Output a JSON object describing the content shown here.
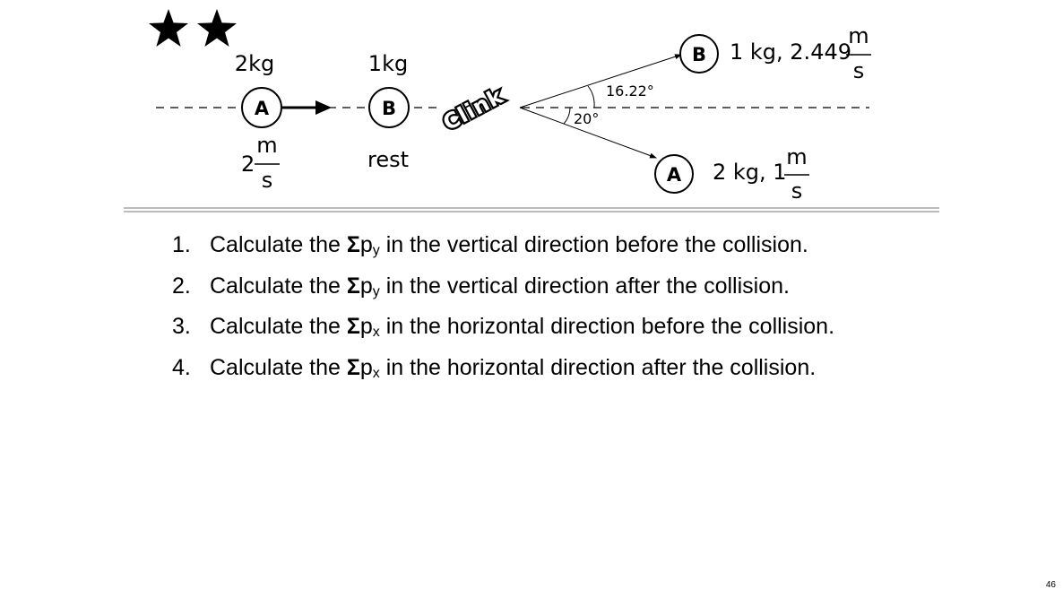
{
  "diagram": {
    "before": {
      "ball_a": {
        "letter": "A",
        "mass": "2kg",
        "speed_num": "2",
        "unit_top": "m",
        "unit_bottom": "s"
      },
      "ball_b": {
        "letter": "B",
        "mass": "1kg",
        "state": "rest"
      }
    },
    "impact_word": "Clink",
    "angle_b": "16.22°",
    "angle_a": "20°",
    "after": {
      "ball_b": {
        "letter": "B",
        "desc": "1 kg, 2.449",
        "unit_top": "m",
        "unit_bottom": "s"
      },
      "ball_a": {
        "letter": "A",
        "desc": "2 kg, 1",
        "unit_top": "m",
        "unit_bottom": "s"
      }
    },
    "difficulty_icon": "star-icon",
    "difficulty_stars": 2
  },
  "questions": [
    {
      "num": "1.",
      "pre": "Calculate the ",
      "sym": "Σ",
      "p": "p",
      "sub": "y",
      "post": " in the vertical direction before the collision."
    },
    {
      "num": "2.",
      "pre": "Calculate the ",
      "sym": "Σ",
      "p": "p",
      "sub": "y",
      "post": " in the vertical direction after the collision."
    },
    {
      "num": "3.",
      "pre": "Calculate the ",
      "sym": "Σ",
      "p": "p",
      "sub": "x",
      "post": " in the horizontal direction before the collision."
    },
    {
      "num": "4.",
      "pre": "Calculate the ",
      "sym": "Σ",
      "p": "p",
      "sub": "x",
      "post": " in the horizontal direction after the collision."
    }
  ],
  "page_number": "46"
}
